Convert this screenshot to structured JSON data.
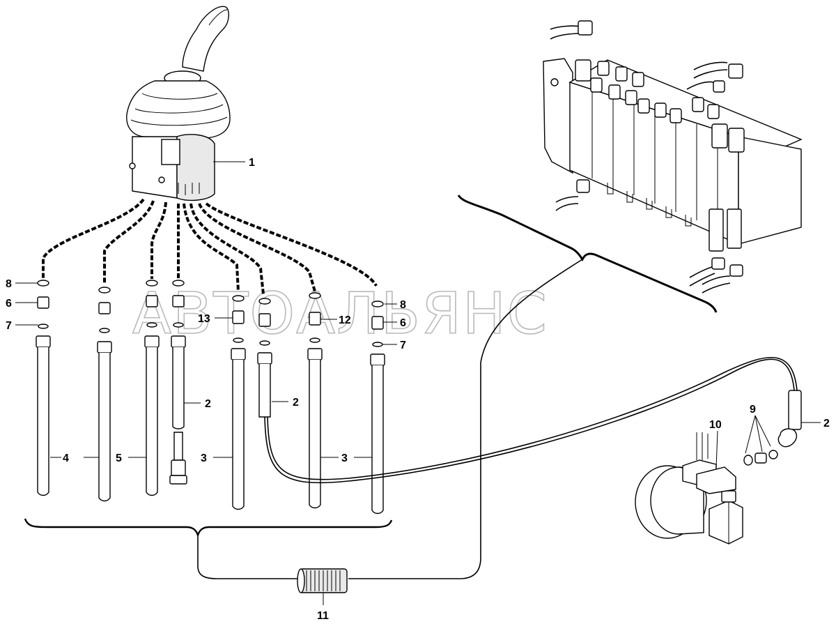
{
  "watermark": "АВТОАЛЬЯНС",
  "callouts": {
    "c1": "1",
    "c2a": "2",
    "c2b": "2",
    "c2c": "2",
    "c3a": "3",
    "c3b": "3",
    "c4": "4",
    "c5": "5",
    "c6a": "6",
    "c6b": "6",
    "c7a": "7",
    "c7b": "7",
    "c8a": "8",
    "c8b": "8",
    "c9": "9",
    "c10": "10",
    "c11": "11",
    "c12": "12",
    "c13": "13"
  }
}
